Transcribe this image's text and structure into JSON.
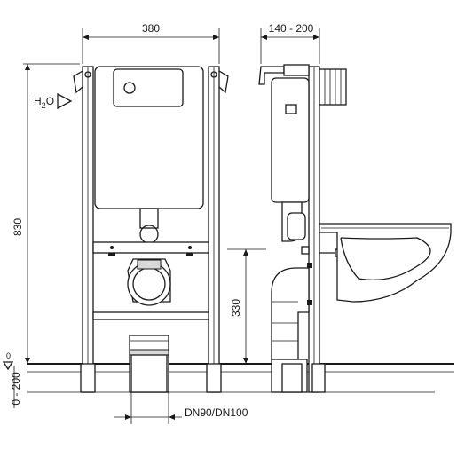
{
  "dimensions": {
    "frame_width": "380",
    "frame_depth": "140 - 200",
    "frame_height": "830",
    "outlet_height": "330",
    "floor_level": "0",
    "floor_range": "0 - 200",
    "drain": "DN90/DN100"
  },
  "water_label": {
    "h": "H",
    "sub": "2",
    "o": "O"
  }
}
